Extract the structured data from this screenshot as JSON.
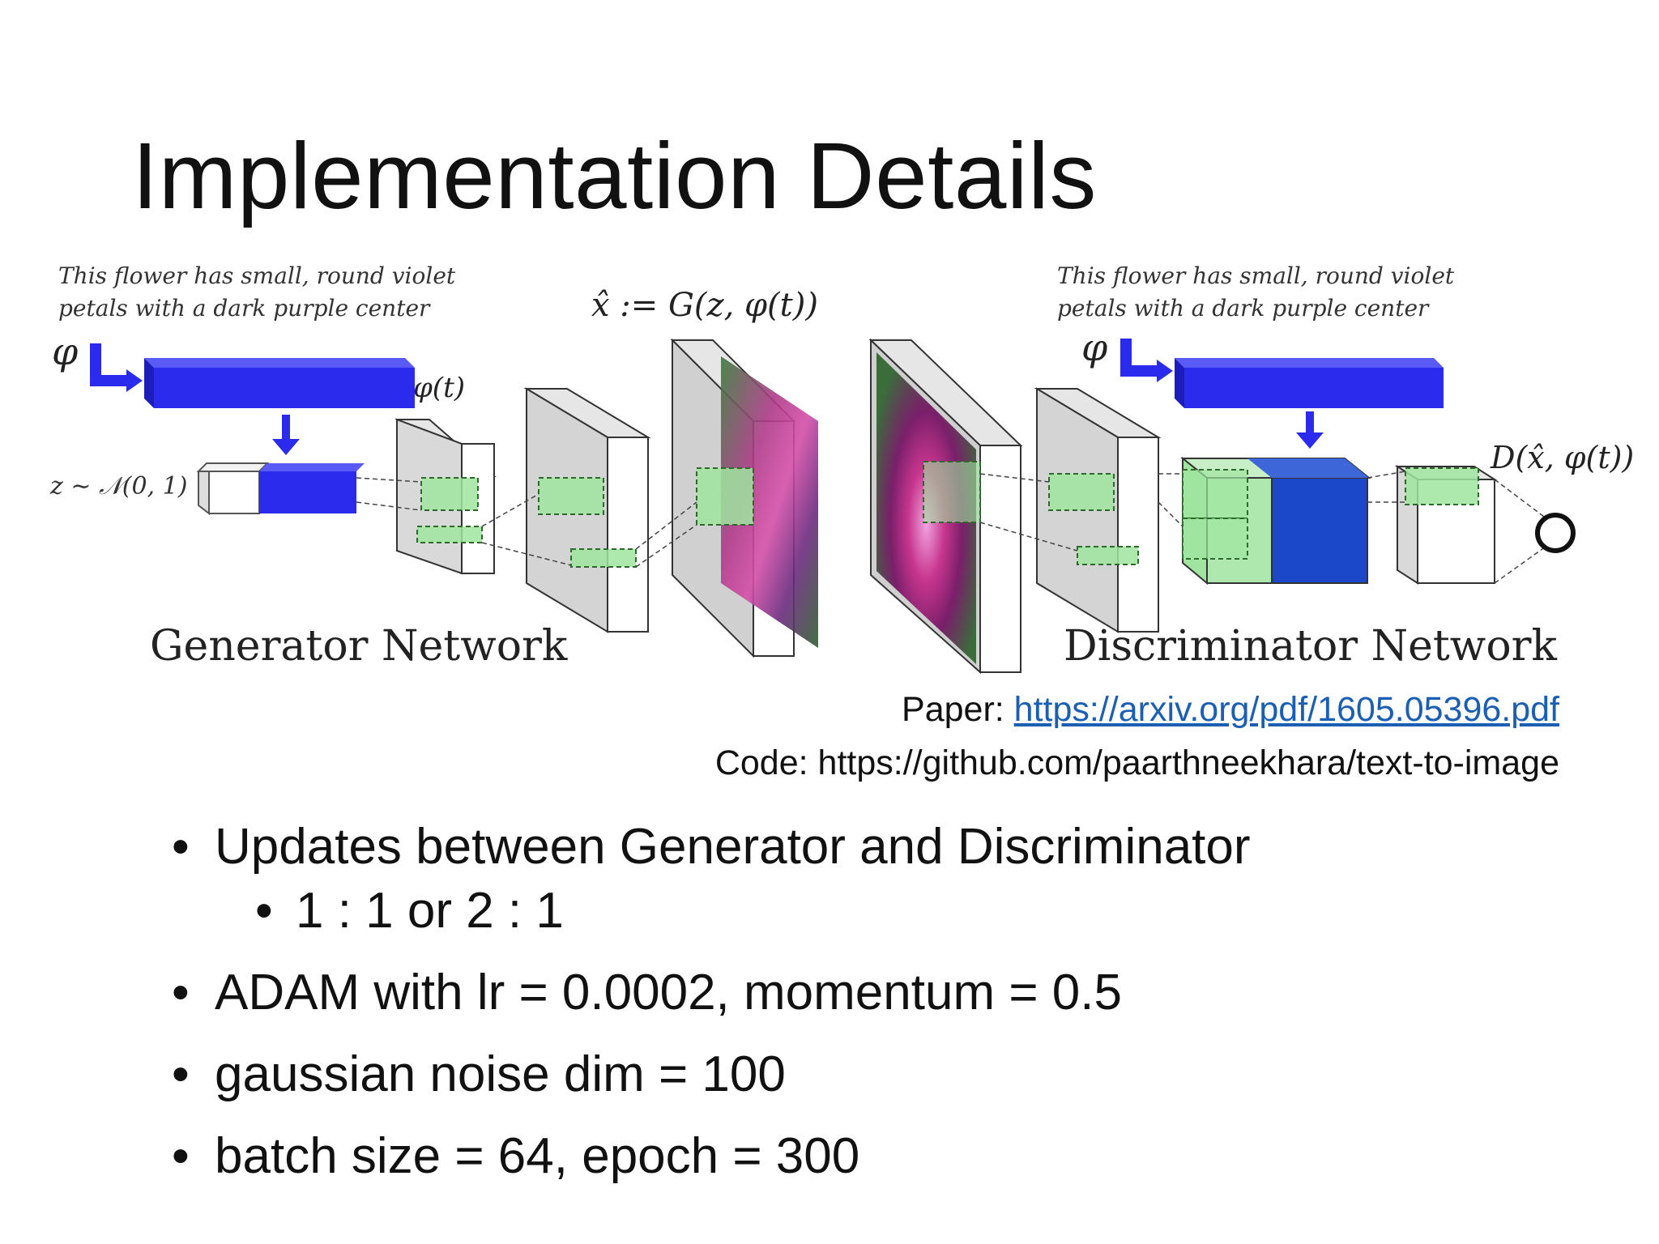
{
  "slide": {
    "title": "Implementation Details"
  },
  "diagram": {
    "caption_left": "This flower has small, round violet",
    "caption_left_2": "petals with a dark purple center",
    "caption_right": "This flower has small, round violet",
    "caption_right_2": "petals with a dark purple center",
    "phi_symbol_left": "φ",
    "phi_symbol_right": "φ",
    "phi_t": "φ(t)",
    "noise_label": "z ∼ 𝒩(0, 1)",
    "generator_formula": "x̂ := G(z, φ(t))",
    "discriminator_formula": "D(x̂, φ(t))",
    "generator_label": "Generator Network",
    "discriminator_label": "Discriminator Network",
    "colors": {
      "embedding": "#2b2bee",
      "feature": "#9fe59f",
      "concat_blue": "#1b47c9"
    }
  },
  "references": {
    "paper_prefix": "Paper: ",
    "paper_link": "https://arxiv.org/pdf/1605.05396.pdf",
    "code_line": "Code: https://github.com/paarthneekhara/text-to-image"
  },
  "bullets": [
    "Updates between Generator and Discriminator",
    "1 : 1 or 2 : 1",
    "ADAM with lr = 0.0002, momentum = 0.5",
    "gaussian noise dim = 100",
    "batch size = 64, epoch = 300"
  ]
}
